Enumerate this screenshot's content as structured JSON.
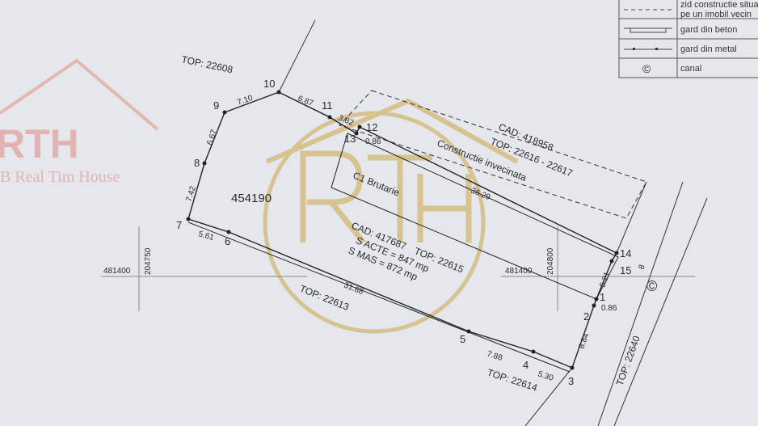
{
  "legend": {
    "items": [
      {
        "symbol": "dashed-line",
        "label_line1": "zid constructie situata",
        "label_line2": "pe un imobil vecin"
      },
      {
        "symbol": "concrete-fence",
        "label": "gard din beton"
      },
      {
        "symbol": "metal-fence",
        "label": "gard din metal"
      },
      {
        "symbol": "canal-symbol",
        "label": "canal"
      }
    ]
  },
  "watermark": {
    "brand": "RTH",
    "name": "B Real Tim House",
    "monogram": "RTH",
    "color": "#c9a646"
  },
  "parcel": {
    "id": "454190",
    "cad": "CAD: 417687",
    "top": "TOP: 22615",
    "s_acte": "S ACTE = 847 mp",
    "s_mas": "S MAS = 872 mp"
  },
  "building": {
    "name": "C1 Brutarie",
    "length": "36.29"
  },
  "neighbor": {
    "cad": "CAD: 418958",
    "top": "TOP: 22616 - 22617",
    "label": "Constructie invecinata"
  },
  "neighbors": {
    "nw": "TOP: 22608",
    "sw": "TOP: 22613",
    "s": "TOP: 22614",
    "e": "TOP: 22640"
  },
  "points": [
    "1",
    "2",
    "3",
    "4",
    "5",
    "6",
    "7",
    "8",
    "9",
    "10",
    "11",
    "12",
    "13",
    "14",
    "15"
  ],
  "dimensions": [
    "5.61",
    "31.88",
    "7.88",
    "5.30",
    "8.84",
    "0.86",
    "5.21",
    "8",
    "7.42",
    "6.67",
    "7.10",
    "6.87",
    "3.82",
    "0.86"
  ],
  "grid": {
    "x1": "481400",
    "y1": "204750",
    "x2": "481400",
    "y2": "204800"
  }
}
